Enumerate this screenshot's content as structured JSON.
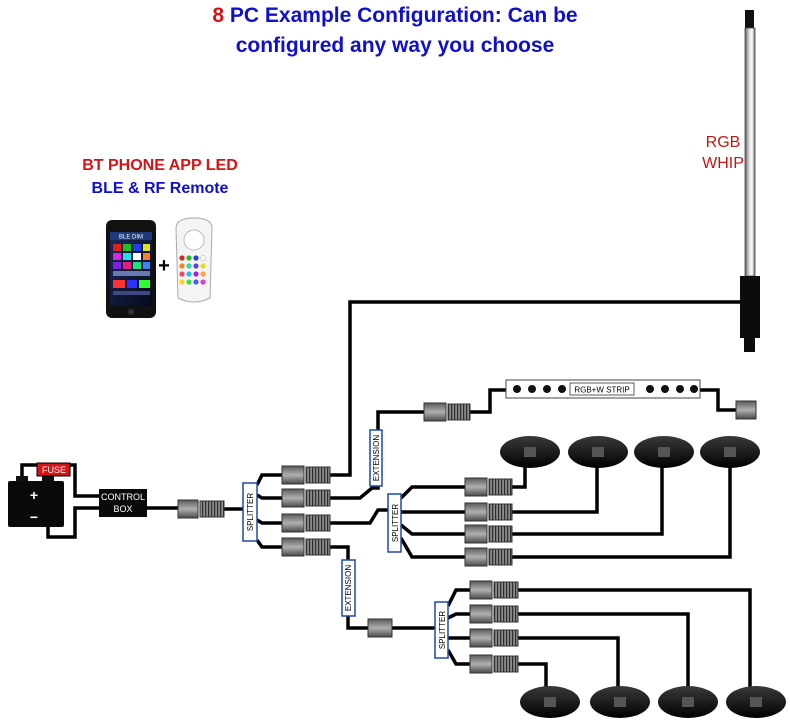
{
  "title": {
    "number": "8",
    "line1_rest": " PC Example Configuration: Can be",
    "line2": "configured any way you choose"
  },
  "app_caption": {
    "line1": "BT PHONE APP LED",
    "line2": "BLE & RF Remote"
  },
  "phone_screen_label": "BLE DIM",
  "plus_sign": "+",
  "whip_label": {
    "line1": "RGB",
    "line2": "WHIP"
  },
  "fuse_label": "FUSE",
  "battery": {
    "positive": "+",
    "negative": "−"
  },
  "control_box": {
    "line1": "CONTROL",
    "line2": "BOX"
  },
  "splitter_label": "SPLITTER",
  "extension_label": "EXTENSION",
  "strip_label": "RGB+W STRIP",
  "colors": {
    "title_blue": "#1010c8",
    "title_red": "#d21414",
    "whip_label": "#c01818",
    "fuse_red": "#d21414",
    "splitter_border": "#1f4aa8",
    "connector": "#777777",
    "wire": "#000000"
  }
}
